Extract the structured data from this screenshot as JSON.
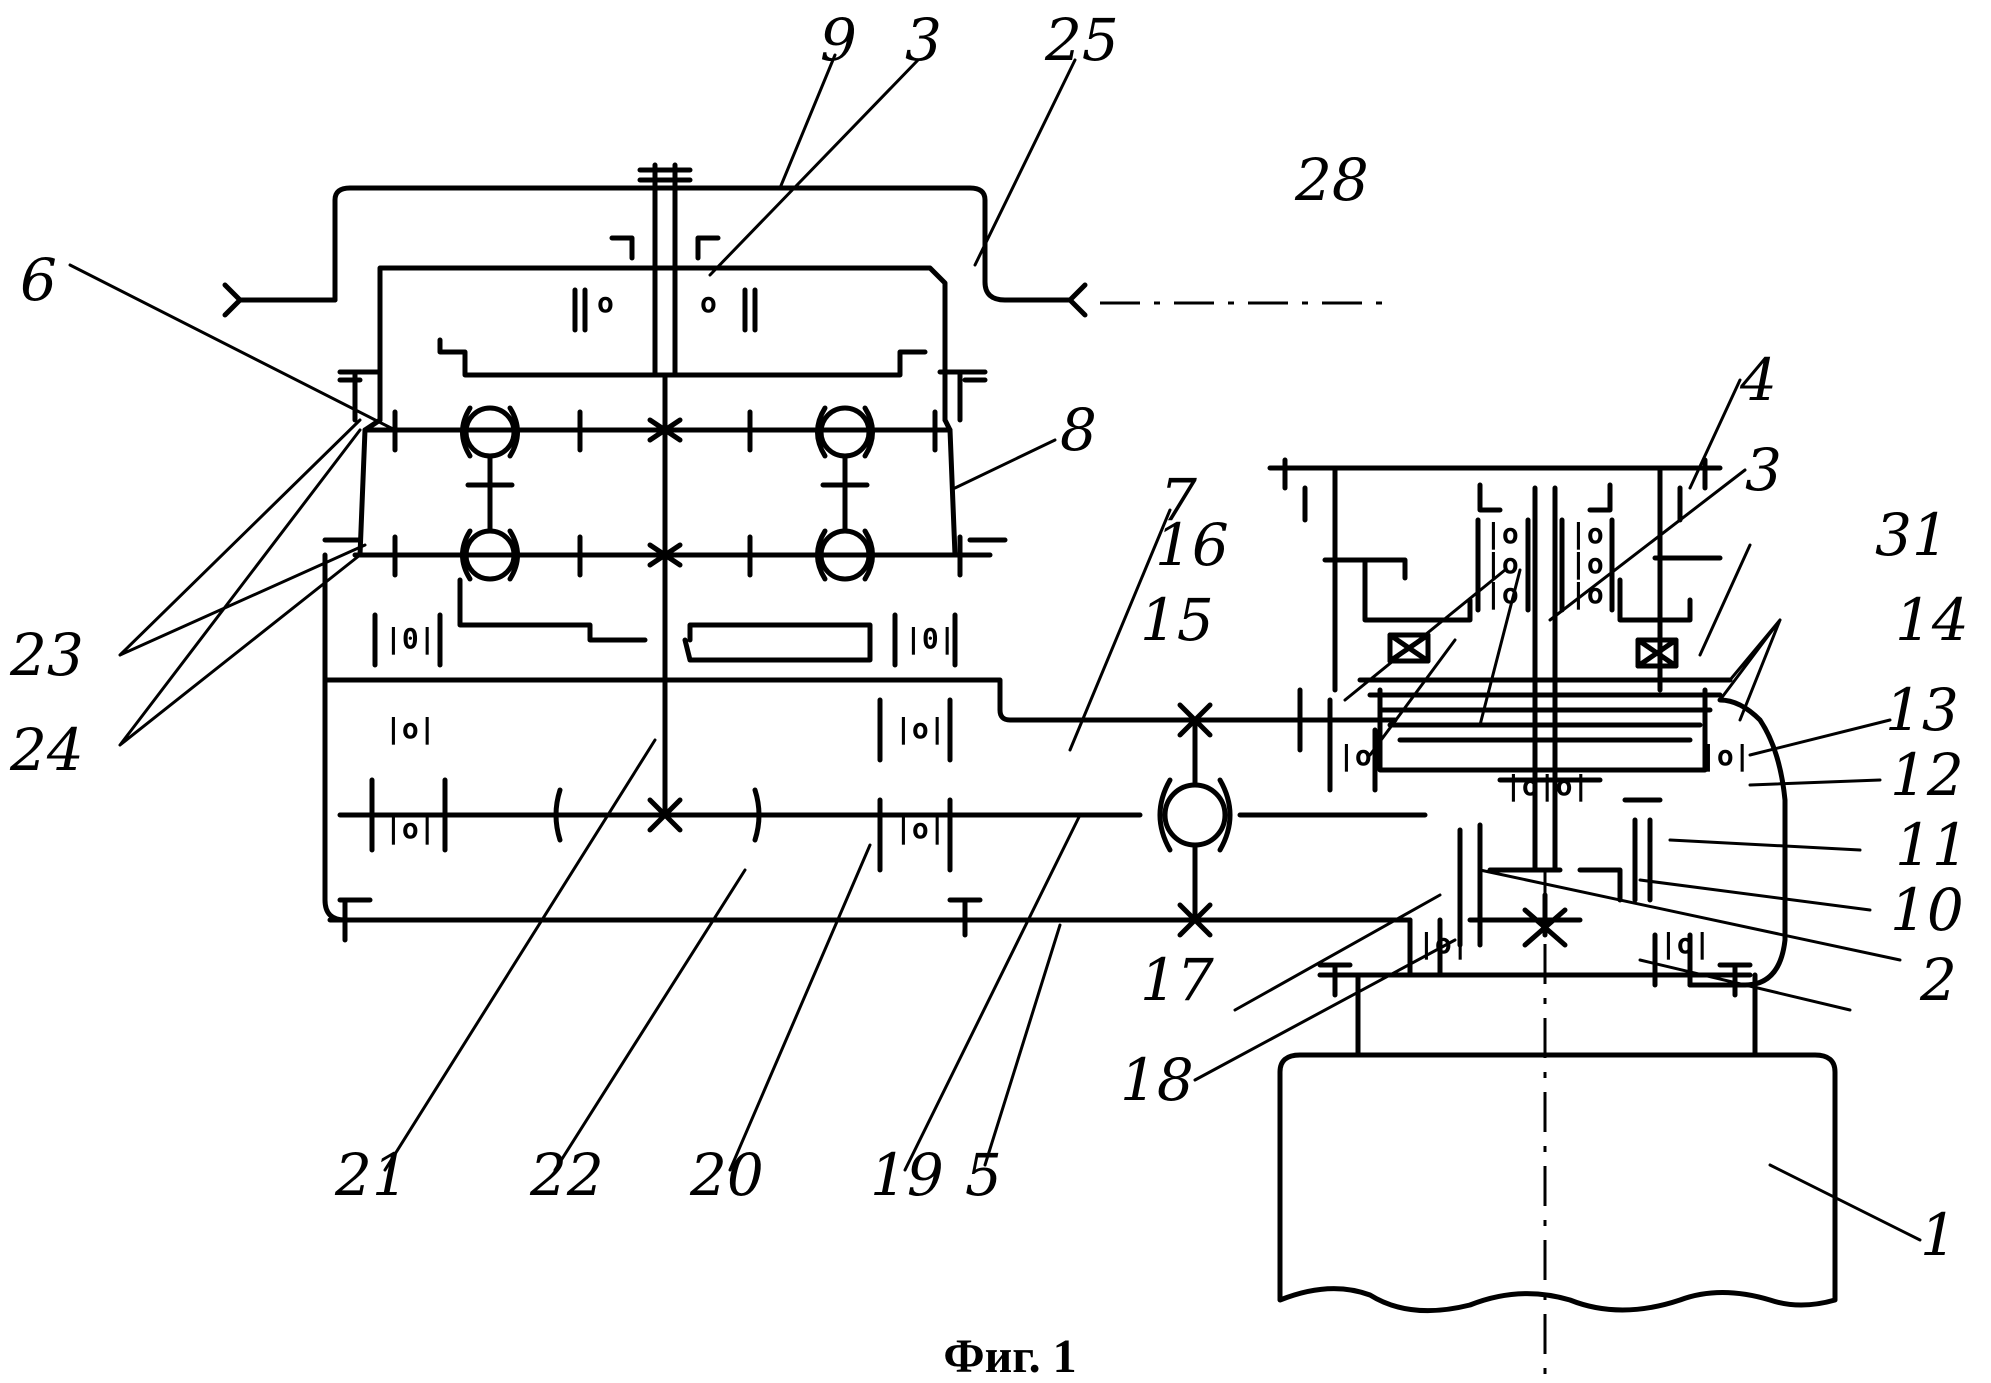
{
  "caption": "Фиг. 1",
  "labels": {
    "n1": "1",
    "n2": "2",
    "n3a": "3",
    "n3b": "3",
    "n4": "4",
    "n5": "5",
    "n6": "6",
    "n7": "7",
    "n8": "8",
    "n9": "9",
    "n10": "10",
    "n11": "11",
    "n12": "12",
    "n13": "13",
    "n14": "14",
    "n15": "15",
    "n16": "16",
    "n17": "17",
    "n18": "18",
    "n19": "19",
    "n20": "20",
    "n21": "21",
    "n22": "22",
    "n23": "23",
    "n24": "24",
    "n25": "25",
    "n28": "28",
    "n31": "31"
  },
  "bearing_mark": "|o|"
}
